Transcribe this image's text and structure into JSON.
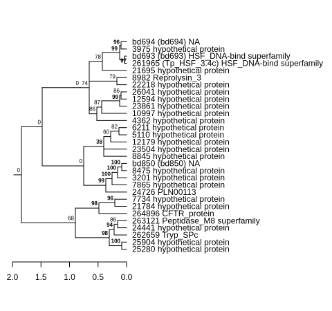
{
  "tree": {
    "leaves": [
      "bd694 (bd694) NA",
      "3975 hypothetical protein",
      "bd693 (bd693) HSF_DNA-bind superfamily",
      "261965 (Tp_HSF_3.4c) HSF_DNA-bind superfamily",
      "21695 hypothetical protein",
      "8982 Reprolysin_3",
      "22218 hypothetical protein",
      "26041 hypothetical protein",
      "12594 hypothetical protein",
      "23861 hypothetical protein",
      "10997 hypothetical protein",
      "4362 hypothetical protein",
      "6211 hypothetical protein",
      "5110 hypothetical protein",
      "12179 hypothetical protein",
      "23504 hypothetical protein",
      "8845 hypothetical protein",
      "bd850 (bd850) NA",
      "8475 hypothetical protein",
      "3201 hypothetical protein",
      "7865 hypothetical protein",
      "24726 PLN00113",
      "7734 hypothetical protein",
      "21784 hypothetical protein",
      "264896 CFTR_protein",
      "263121 Peptidase_M8 superfamily",
      "24441 hypothetical protein",
      "262659 Tryp_SPc",
      "25904 hypothetical protein",
      "25280 hypothetical protein"
    ],
    "bootstrap": [
      {
        "label": "96",
        "bold": true
      },
      {
        "label": "99",
        "bold": true
      },
      {
        "label": "97",
        "bold": true
      },
      {
        "label": "78",
        "bold": false
      },
      {
        "label": "74",
        "bold": false
      },
      {
        "label": "79",
        "bold": false
      },
      {
        "label": "86",
        "bold": false
      },
      {
        "label": "99",
        "bold": true
      },
      {
        "label": "87",
        "bold": false
      },
      {
        "label": "86",
        "bold": false
      },
      {
        "label": "0",
        "bold": false
      },
      {
        "label": "82",
        "bold": false
      },
      {
        "label": "60",
        "bold": false
      },
      {
        "label": "76",
        "bold": false
      },
      {
        "label": "39",
        "bold": false
      },
      {
        "label": "100",
        "bold": true
      },
      {
        "label": "100",
        "bold": true
      },
      {
        "label": "100",
        "bold": true
      },
      {
        "label": "99",
        "bold": true
      },
      {
        "label": "0",
        "bold": false
      },
      {
        "label": "0",
        "bold": false
      },
      {
        "label": "96",
        "bold": true
      },
      {
        "label": "98",
        "bold": true
      },
      {
        "label": "86",
        "bold": false
      },
      {
        "label": "94",
        "bold": true
      },
      {
        "label": "100",
        "bold": true
      },
      {
        "label": "98",
        "bold": true
      },
      {
        "label": "68",
        "bold": false
      },
      {
        "label": "0",
        "bold": false
      }
    ]
  },
  "axis": {
    "ticks": [
      "2.0",
      "1.5",
      "1.0",
      "0.5",
      "0.0"
    ]
  }
}
